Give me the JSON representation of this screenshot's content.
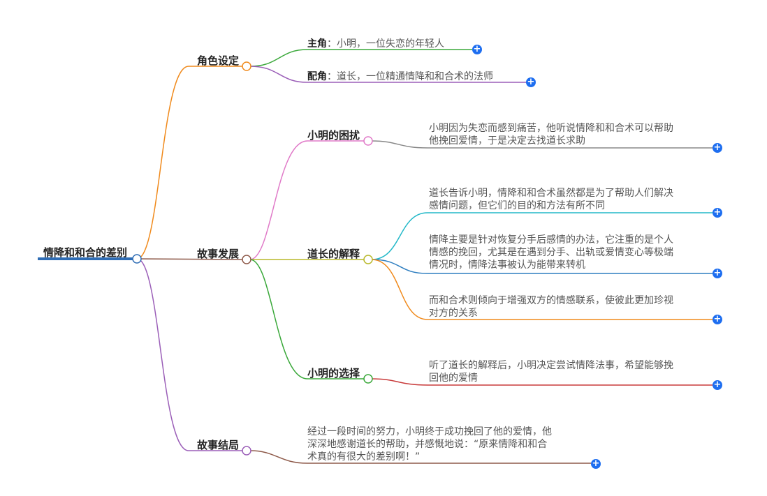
{
  "root": "情降和和合的差别",
  "branches": {
    "role": {
      "label": "角色设定",
      "lead": {
        "key": "主角",
        "sep": "：",
        "text": "小明，一位失恋的年轻人"
      },
      "support": {
        "key": "配角",
        "sep": "：",
        "text": "道长，一位精通情降和和合术的法师"
      }
    },
    "story": {
      "label": "故事发展",
      "trouble": {
        "label": "小明的困扰",
        "text": "小明因为失恋而感到痛苦，他听说情降和和合术可以帮助\n他挽回爱情，于是决定去找道长求助"
      },
      "explain": {
        "label": "道长的解释",
        "items": [
          "道长告诉小明，情降和和合术虽然都是为了帮助人们解决\n感情问题，但它们的目的和方法有所不同",
          "情降主要是针对恢复分手后感情的办法，它注重的是个人\n情感的挽回，尤其是在遇到分手、出轨或爱情变心等极端\n情况时，情降法事被认为能带来转机",
          "而和合术则倾向于增强双方的情感联系，使彼此更加珍视\n对方的关系"
        ]
      },
      "choice": {
        "label": "小明的选择",
        "text": "听了道长的解释后，小明决定尝试情降法事，希望能够挽\n回他的爱情"
      }
    },
    "ending": {
      "label": "故事结局",
      "text": "经过一段时间的努力，小明终于成功挽回了他的爱情，他\n深深地感谢道长的帮助，并感慨地说：“原来情降和和合\n术真的有很大的差别啊！”"
    }
  },
  "plus_symbol": "+",
  "colors": {
    "root_line": "#2f6db5",
    "orange": "#f08a1c",
    "green": "#3aa83a",
    "purple": "#9b5fb8",
    "brown": "#8e5a4a",
    "pink": "#e07ac8",
    "olive": "#b8b82a",
    "cyan": "#22b8c8",
    "blue": "#2e7ec0",
    "red": "#c83a3a",
    "gray": "#888888",
    "plus": "#1e6ef0"
  }
}
